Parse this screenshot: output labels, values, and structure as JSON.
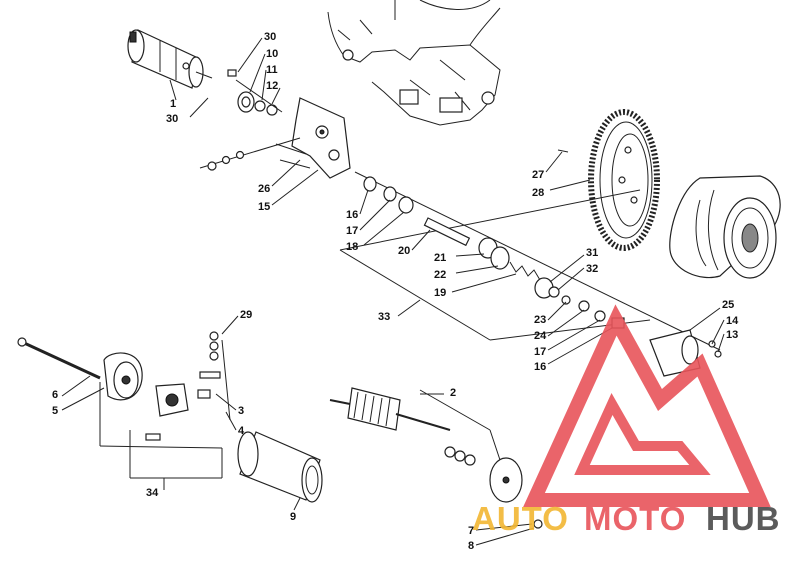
{
  "diagram": {
    "callouts": [
      "30",
      "10",
      "11",
      "12",
      "1",
      "30",
      "27",
      "28",
      "26",
      "15",
      "16",
      "17",
      "18",
      "20",
      "21",
      "22",
      "19",
      "31",
      "32",
      "33",
      "23",
      "24",
      "17",
      "16",
      "25",
      "14",
      "13",
      "29",
      "6",
      "5",
      "3",
      "4",
      "2",
      "34",
      "9",
      "7",
      "8"
    ]
  },
  "watermark": {
    "word_auto": "AUTO",
    "word_moto": "MOTO",
    "word_hub": "HUB",
    "colors": {
      "logo_red": "#e8545a",
      "auto_yellow": "#f2b632",
      "moto_red": "#e8545a",
      "hub_gray": "#4a4a4a"
    }
  }
}
